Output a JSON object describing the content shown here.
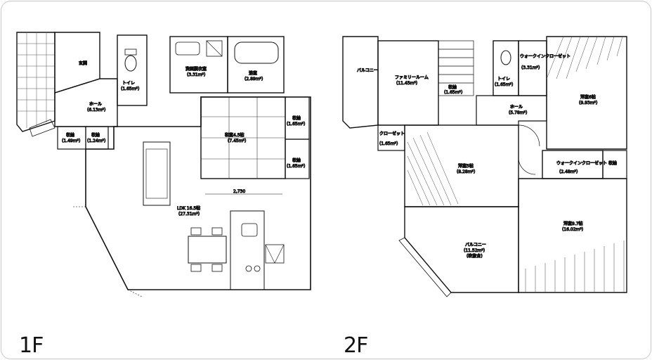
{
  "floors": [
    {
      "label": "1F",
      "rooms": {
        "entrance": "玄関",
        "hall": "ホール",
        "hall_size": "(6.13m²)",
        "toilet": "トイレ",
        "toilet_size": "(1.65m²)",
        "washroom": "洗面脱衣室",
        "washroom_size": "(3.31m²)",
        "bathroom": "浴室",
        "bathroom_size": "(2.89m²)",
        "closet1": "収納",
        "closet1_size": "(1.49m²)",
        "closet2": "収納",
        "closet2_size": "(1.24m²)",
        "washitsu": "和室4.5帖",
        "washitsu_size": "(7.45m²)",
        "storage_a": "収納",
        "storage_a_size": "(1.65m²)",
        "storage_b": "収納",
        "storage_b_size": "(1.65m²)",
        "ldk": "LDK 16.5帖",
        "ldk_size": "(27.31m²)",
        "dim": "2,730"
      }
    },
    {
      "label": "2F",
      "rooms": {
        "balcony_top": "バルコニー",
        "family": "ファミリールーム",
        "family_size": "(11.45m²)",
        "closet": "収納",
        "closet_size": "(1.65m²)",
        "toilet": "トイレ",
        "toilet_size": "(1.65m²)",
        "wic_top": "ウォークインクローゼット",
        "wic_top_size": "(3.31m²)",
        "hall": "ホール",
        "hall_size": "(5.78m²)",
        "wardrobe": "クローゼット",
        "wardrobe_size": "(1.65m²)",
        "bedroom_top": "洋室6帖",
        "bedroom_top_size": "(9.93m²)",
        "bedroom_mid": "洋室5帖",
        "bedroom_mid_size": "(8.28m²)",
        "wic_right": "ウォークインクローゼット",
        "wic_right_size": "(2.48m²)",
        "closet_r": "収納",
        "bedroom_main": "洋室9.7帖",
        "bedroom_main_size": "(16.02m²)",
        "balcony": "バルコニー",
        "balcony_size": "(11.52m²)",
        "balcony_note": "(吹抜含)"
      }
    }
  ]
}
